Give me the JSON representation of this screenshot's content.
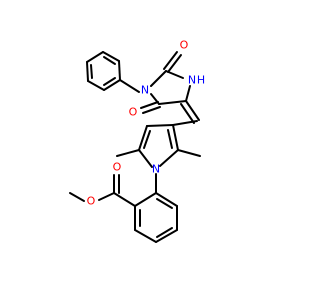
{
  "molecule": {
    "atom_labels": {
      "o_imide_top": "O",
      "o_imide_left": "O",
      "nh": "N",
      "h_on_n": "H",
      "n_phenyl": "N",
      "n_pyrrole": "N",
      "o_carbonyl": "O",
      "o_ester": "O"
    },
    "colors": {
      "bond": "#000000",
      "oxygen": "#ff0000",
      "nitrogen": "#0000ff",
      "background": "#ffffff"
    }
  }
}
